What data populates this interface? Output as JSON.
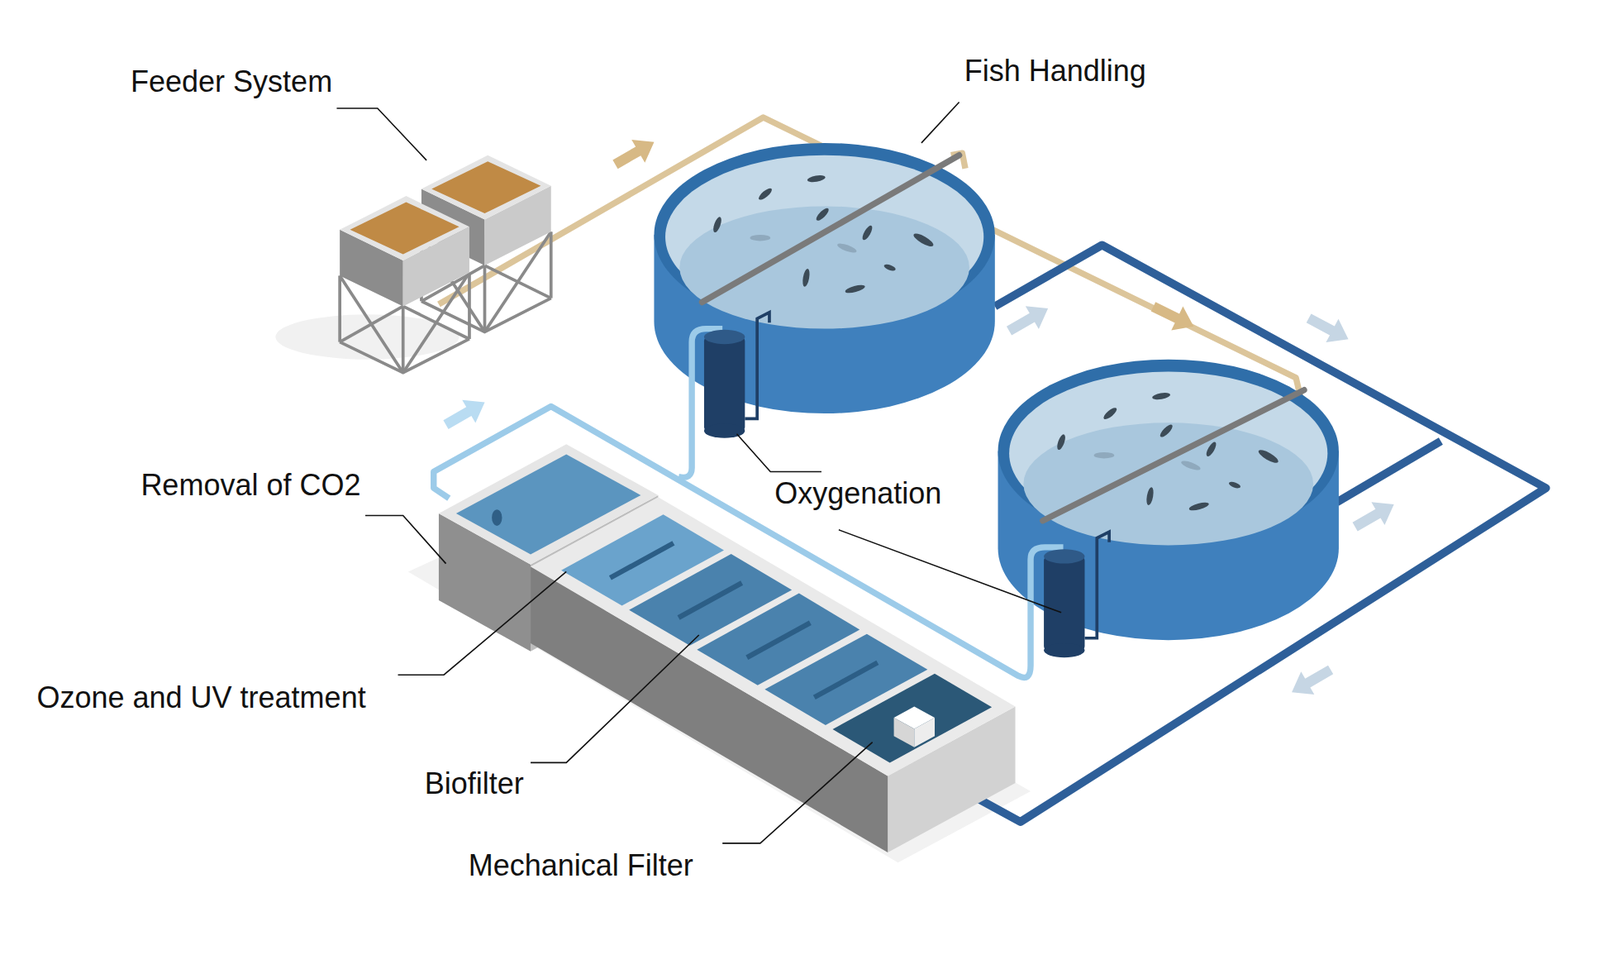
{
  "diagram": {
    "labels": [
      "Feeder System",
      "Fish Handling",
      "Removal of CO2",
      "Ozone and UV treatment",
      "Biofilter",
      "Mechanical Filter",
      "Oxygenation"
    ]
  }
}
